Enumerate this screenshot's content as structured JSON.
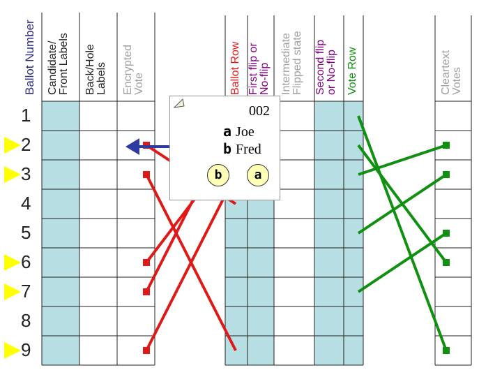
{
  "columns": {
    "ballot_number": "Ballot Number",
    "candidate_front": "Candidate/\nFront Labels",
    "back_hole": "Back/Hole\nLabels",
    "encrypted_vote": "Encrypted\nVote",
    "ballot_row": "Ballot Row",
    "first_flip": "First flip or\nNo-flip",
    "intermediate": "Intermediate\nFlipped state",
    "second_flip": "Second flip\nor No-flip",
    "vote_row": "Vote Row",
    "cleartext": "Cleartext\nVotes"
  },
  "rows": [
    "1",
    "2",
    "3",
    "4",
    "5",
    "6",
    "7",
    "8",
    "9"
  ],
  "marked_rows": [
    2,
    3,
    6,
    7,
    9
  ],
  "ballot_card": {
    "serial": "002",
    "candidates": [
      {
        "letter": "a",
        "name": "Joe"
      },
      {
        "letter": "b",
        "name": "Fred"
      }
    ],
    "holes": [
      "b",
      "a"
    ]
  },
  "colors": {
    "cell_fill": "#b7dfe3",
    "grid_line": "#222222",
    "gray_label": "#a0a0a0",
    "navy_label": "#2b2f7a",
    "red_line": "#e01818",
    "green_line": "#109010",
    "purple_label": "#800080",
    "arrow_blue": "#2e3aa0",
    "marker_yellow": "#ffff00"
  },
  "links": {
    "red": [
      [
        2,
        4
      ],
      [
        3,
        9
      ],
      [
        6,
        2
      ],
      [
        7,
        1
      ],
      [
        9,
        3
      ]
    ],
    "green": [
      [
        1,
        9
      ],
      [
        2,
        6
      ],
      [
        3,
        2
      ],
      [
        5,
        3
      ],
      [
        7,
        5
      ]
    ]
  }
}
